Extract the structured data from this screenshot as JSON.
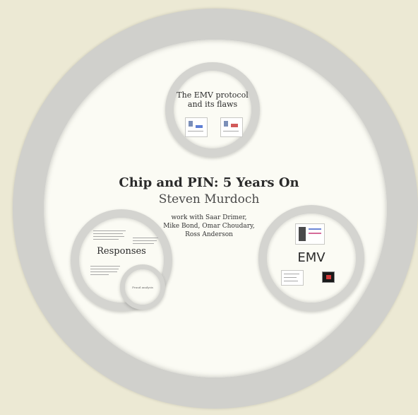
{
  "slide": {
    "title": "Chip and PIN: 5 Years On",
    "author": "Steven Murdoch",
    "credits": [
      "work with Saar Drimer,",
      "Mike Bond, Omar Choudary,",
      "Ross Anderson"
    ]
  },
  "frames": {
    "top_heading": [
      "The EMV protocol",
      "and its flaws"
    ],
    "left_heading": "Responses",
    "right_heading": "EMV",
    "small_label": "Fraud analysis"
  },
  "colors": {
    "background": "#ece9d4",
    "ring": "#d0d0cc",
    "canvas": "#fbfbf4",
    "text": "#2a2a2a"
  }
}
